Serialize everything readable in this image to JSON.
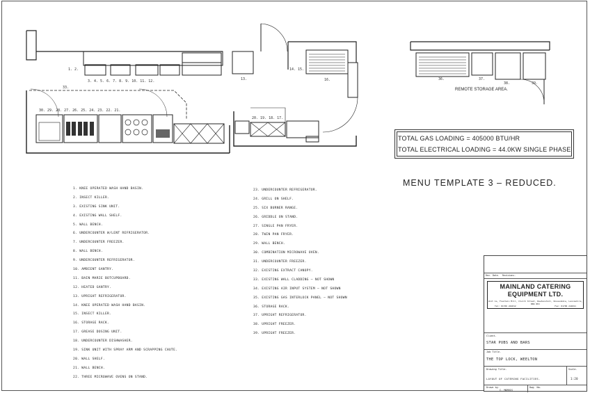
{
  "plan": {
    "remote_label": "REMOTE STORAGE AREA.",
    "row_labels_top": [
      "1.",
      "2.",
      "3.",
      "4.",
      "5.",
      "6.",
      "7.",
      "8.",
      "9.",
      "10.",
      "11.",
      "12.",
      "13.",
      "14.",
      "15.",
      "16.",
      "36.",
      "37.",
      "38.",
      "39."
    ],
    "row_labels_bottom": [
      "30.",
      "29.",
      "28.",
      "27.",
      "26.",
      "25.",
      "24.",
      "23.",
      "22.",
      "21.",
      "20.",
      "19.",
      "18.",
      "17.",
      "33."
    ]
  },
  "loading": {
    "gas": "TOTAL GAS LOADING = 405000 BTU/HR",
    "electrical": "TOTAL ELECTRICAL LOADING = 44.0KW SINGLE PHASE"
  },
  "menu_title": "MENU TEMPLATE 3 – REDUCED.",
  "legend_left": [
    "1.  KNEE OPERATED WASH HAND BASIN.",
    "2.  INSECT KILLER.",
    "3.  EXISTING SINK UNIT.",
    "4.  EXISTING WALL SHELF.",
    "5.  WALL BENCH.",
    "6.  UNDERCOUNTER W/LENT REFRIGERATOR.",
    "7.  UNDERCOUNTER FREEZER.",
    "8.  WALL BENCH.",
    "9.  UNDERCOUNTER REFRIGERATOR.",
    "10. AMBIENT GANTRY.",
    "11. BAIN MARIE BOTCUPBOARD.",
    "12. HEATED GANTRY.",
    "13. UPRIGHT REFRIGERATOR.",
    "14. KNEE OPERATED WASH HAND BASIN.",
    "15. INSECT KILLER.",
    "16. STORAGE RACK.",
    "17. GREASE DOSING UNIT.",
    "18. UNDERCOUNTER DISHWASHER.",
    "19. SINK UNIT WITH SPRAY ARM AND SCRAPPING CHUTE.",
    "20. WALL SHELF.",
    "21. WALL BENCH.",
    "22. THREE MICROWAVE OVENS ON STAND."
  ],
  "legend_right": [
    "23. UNDERCOUNTER REFRIGERATOR.",
    "24. GRILL ON SHELF.",
    "25. SIX BURNER RANGE.",
    "26. GRIDDLE ON STAND.",
    "27. SINGLE PAN FRYER.",
    "28. TWIN PAN FRYER.",
    "29. WALL BENCH.",
    "30. COMBINATION MICROWAVE OVEN.",
    "31. UNDERCOUNTER FREEZER.",
    "32. EXISTING EXTRACT CANOPY.",
    "33. EXISTING WALL CLADDING – NOT SHOWN",
    "34. EXISTING AIR INPUT SYSTEM – NOT SHOWN",
    "35. EXISTING GAS INTERLOCK PANEL – NOT SHOWN",
    "36. STORAGE RACK.",
    "37. UPRIGHT REFRIGERATOR.",
    "38. UPRIGHT FREEZER.",
    "39. UPRIGHT FREEZER."
  ],
  "title_block": {
    "headers": [
      "Rev.",
      "Date.",
      "Revisions."
    ],
    "company_line1": "MAINLAND CATERING",
    "company_line2": "EQUIPMENT LTD.",
    "address": "Unit 1a, Fountain Mill, Church Street, Rawtenstall, Rossendale, Lancashire, BB4 8HJ",
    "phone": "Tel: 01706 244012",
    "fax": "Fax: 01706 244011",
    "client_label": "Client.",
    "client": "STAR PUBS AND BARS",
    "job_label": "Job Title.",
    "job": "THE TOP LOCK, WEELTON",
    "drawing_label": "Drawing Title.",
    "drawing": "LAYOUT OF CATERING FACILITIES.",
    "scale_label": "Scale.",
    "scale": "1:20",
    "drawn_label": "Drawn by.",
    "drawn": "C. MORRIS",
    "dwg_label": "Dwg. No."
  }
}
